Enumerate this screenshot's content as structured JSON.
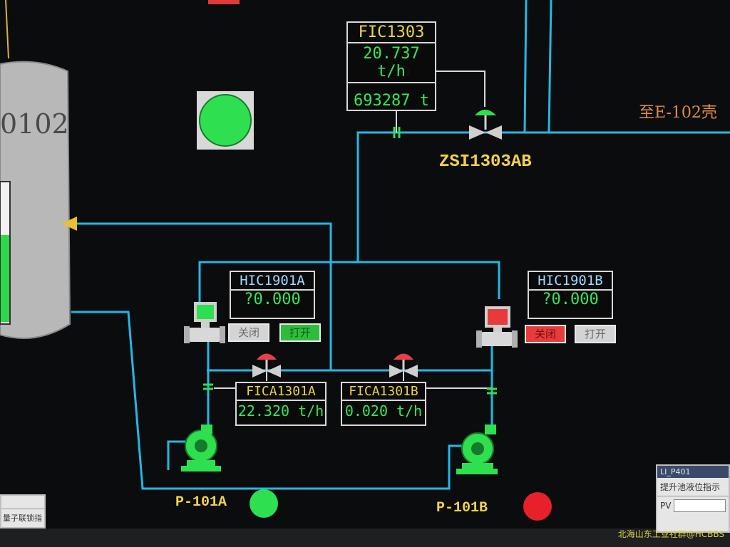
{
  "fic1303": {
    "tag": "FIC1303",
    "flow": "20.737 t/h",
    "total": "693287 t"
  },
  "valve_zsi": {
    "tag": "ZSI1303AB"
  },
  "destination": {
    "label": "至E-102壳"
  },
  "tower": {
    "label": "0102"
  },
  "hic1901a": {
    "tag": "HIC1901A",
    "value": "?0.000",
    "close_label": "关闭",
    "open_label": "打开"
  },
  "hic1901b": {
    "tag": "HIC1901B",
    "value": "?0.000",
    "close_label": "关闭",
    "open_label": "打开"
  },
  "fica1301a": {
    "tag": "FICA1301A",
    "value": "22.320 t/h"
  },
  "fica1301b": {
    "tag": "FICA1301B",
    "value": "0.020 t/h"
  },
  "pumps": {
    "a_label": "P-101A",
    "b_label": "P-101B"
  },
  "popup_right": {
    "title": "LI_P401",
    "text": "提升池液位指示",
    "pv_label": "PV"
  },
  "popup_left": {
    "text": "量子联锁指"
  },
  "watermark": {
    "text": "北海山东工业社群@HCBBS"
  },
  "colors": {
    "pipe": "#22b8e6",
    "running": "#2ee04f",
    "stopped": "#e83030",
    "tag_yellow": "#e8d44a",
    "value_green": "#35e85a"
  },
  "icons": [
    "status-indicator-icon",
    "control-valve-icon",
    "on-off-valve-icon",
    "pump-icon",
    "flow-arrow-icon"
  ]
}
